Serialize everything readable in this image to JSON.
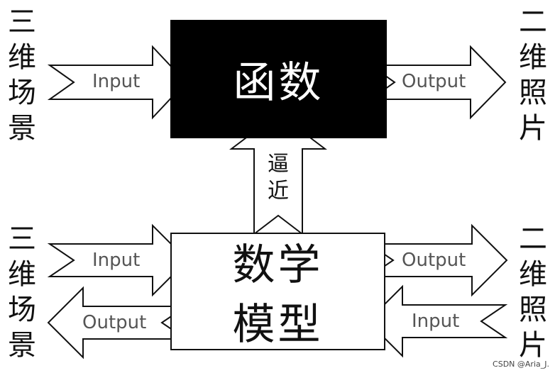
{
  "left_top_label": "三\n维\n场\n景",
  "right_top_label": "二\n维\n照\n片",
  "left_bottom_label": "三\n维\n场\n景",
  "right_bottom_label": "二\n维\n照\n片",
  "function_box": "函数",
  "model_box": "数学\n模型",
  "approximate_label": "逼\n近",
  "arrows": {
    "top_input": "Input",
    "top_output": "Output",
    "bottom_left_input": "Input",
    "bottom_left_output": "Output",
    "bottom_right_output": "Output",
    "bottom_right_input": "Input"
  },
  "watermark": "CSDN @Aria_J."
}
